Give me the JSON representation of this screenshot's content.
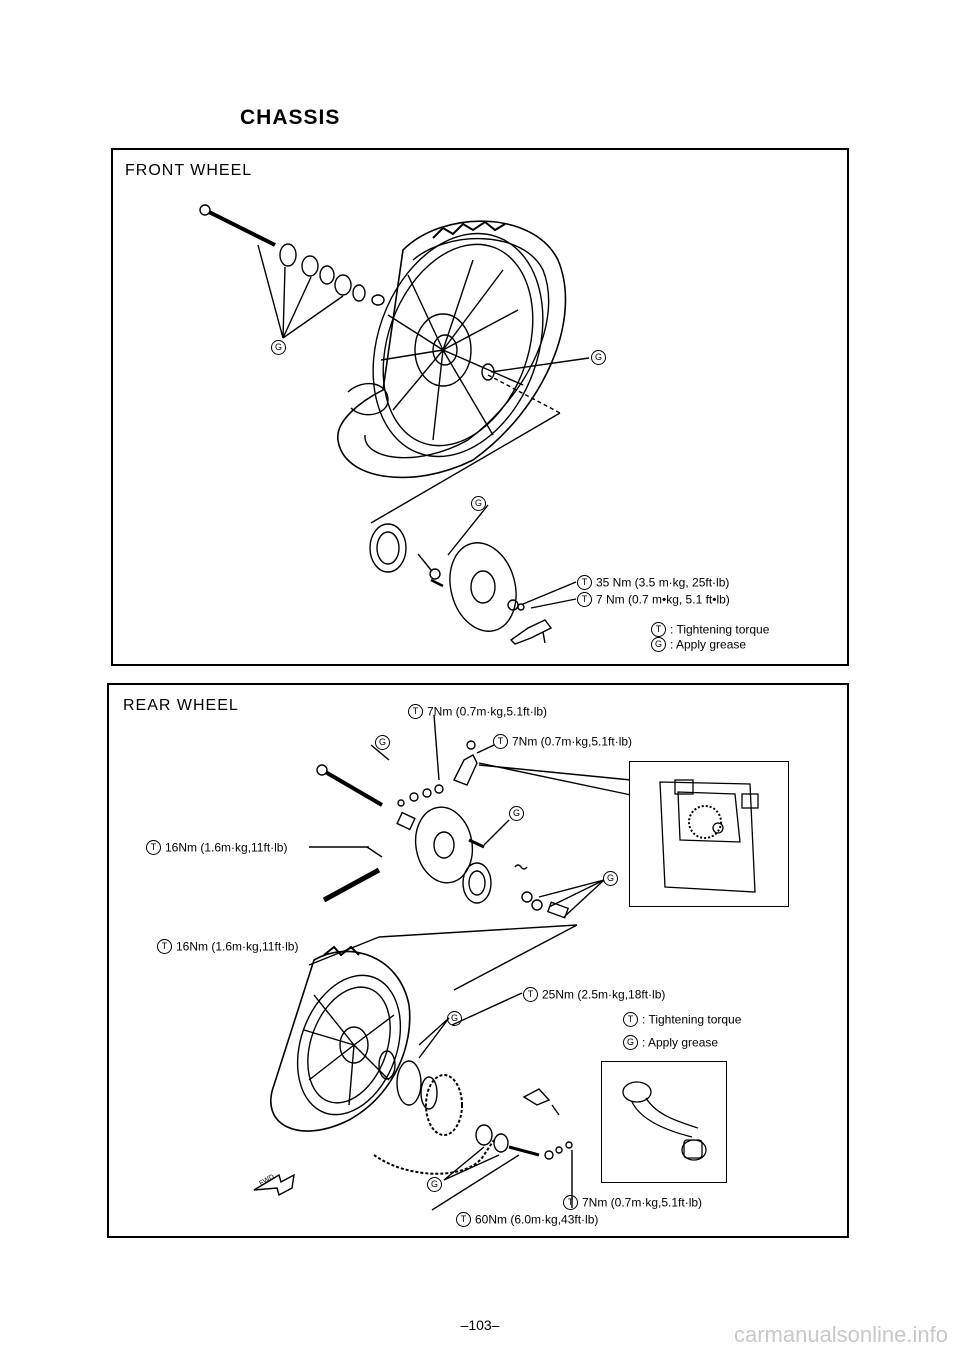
{
  "page_title": "CHASSIS",
  "front": {
    "title": "FRONT WHEEL",
    "markers": [
      "G",
      "G",
      "G"
    ],
    "callouts": [
      {
        "sym": "T",
        "text": "35 Nm (3.5 m·kg, 25ft·lb)"
      },
      {
        "sym": "T",
        "text": "7 Nm (0.7 m•kg, 5.1 ft•lb)"
      }
    ],
    "legend": [
      {
        "sym": "T",
        "text": ": Tightening torque"
      },
      {
        "sym": "G",
        "text": ": Apply grease"
      }
    ]
  },
  "rear": {
    "title": "REAR WHEEL",
    "callouts": [
      {
        "sym": "T",
        "text": "7Nm (0.7m·kg,5.1ft·lb)"
      },
      {
        "sym": "T",
        "text": "7Nm (0.7m·kg,5.1ft·lb)"
      },
      {
        "sym": "T",
        "text": "16Nm (1.6m·kg,11ft·lb)"
      },
      {
        "sym": "T",
        "text": "16Nm (1.6m·kg,11ft·lb)"
      },
      {
        "sym": "T",
        "text": "25Nm (2.5m·kg,18ft·lb)"
      },
      {
        "sym": "T",
        "text": "7Nm (0.7m·kg,5.1ft·lb)"
      },
      {
        "sym": "T",
        "text": "60Nm (6.0m·kg,43ft·lb)"
      }
    ],
    "markers": [
      "G",
      "G",
      "G",
      "G",
      "G"
    ],
    "legend": [
      {
        "sym": "T",
        "text": ": Tightening torque"
      },
      {
        "sym": "G",
        "text": ": Apply grease"
      }
    ],
    "fwd_label": "FWD"
  },
  "page_number": "–103–",
  "watermark": "carmanualsonline.info"
}
